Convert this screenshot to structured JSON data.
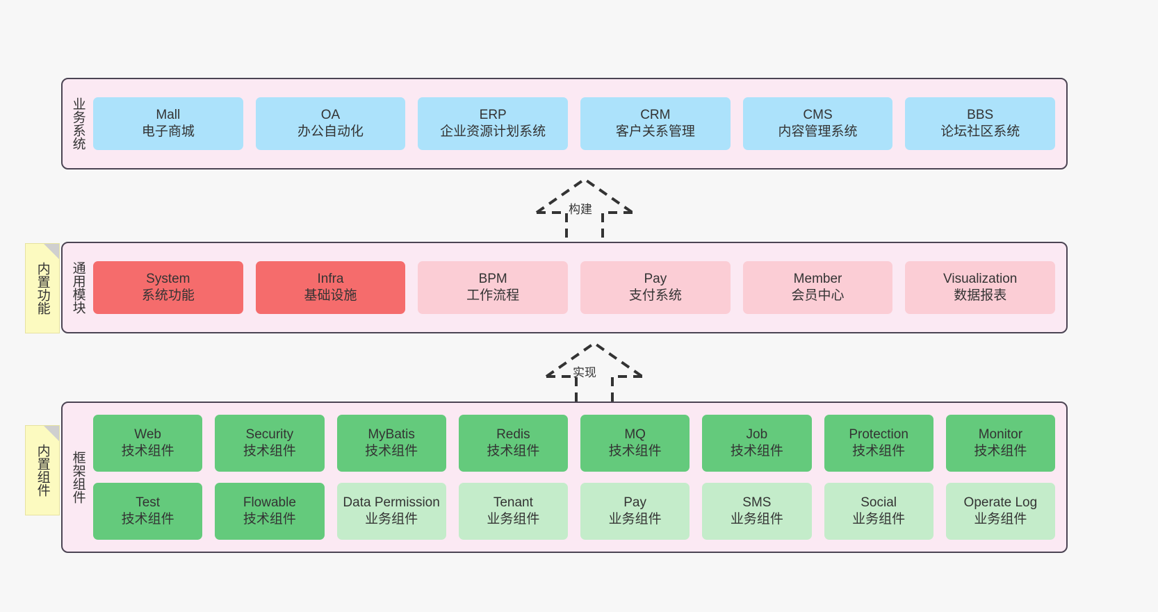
{
  "layers": [
    {
      "key": "business",
      "title": "业务系统",
      "card_color": "#ace2fb",
      "rows": [
        [
          {
            "l1": "Mall",
            "l2": "电子商城",
            "color": "#ace2fb"
          },
          {
            "l1": "OA",
            "l2": "办公自动化",
            "color": "#ace2fb"
          },
          {
            "l1": "ERP",
            "l2": "企业资源计划系统",
            "color": "#ace2fb"
          },
          {
            "l1": "CRM",
            "l2": "客户关系管理",
            "color": "#ace2fb"
          },
          {
            "l1": "CMS",
            "l2": "内容管理系统",
            "color": "#ace2fb"
          },
          {
            "l1": "BBS",
            "l2": "论坛社区系统",
            "color": "#ace2fb"
          }
        ]
      ]
    },
    {
      "key": "module",
      "title": "通用模块",
      "note": "内置功能",
      "rows": [
        [
          {
            "l1": "System",
            "l2": "系统功能",
            "color": "#f56c6c"
          },
          {
            "l1": "Infra",
            "l2": "基础设施",
            "color": "#f56c6c"
          },
          {
            "l1": "BPM",
            "l2": "工作流程",
            "color": "#fbcdd5"
          },
          {
            "l1": "Pay",
            "l2": "支付系统",
            "color": "#fbcdd5"
          },
          {
            "l1": "Member",
            "l2": "会员中心",
            "color": "#fbcdd5"
          },
          {
            "l1": "Visualization",
            "l2": "数据报表",
            "color": "#fbcdd5"
          }
        ]
      ]
    },
    {
      "key": "framework",
      "title": "框架组件",
      "note": "内置组件",
      "rows": [
        [
          {
            "l1": "Web",
            "l2": "技术组件",
            "color": "#64ca7c"
          },
          {
            "l1": "Security",
            "l2": "技术组件",
            "color": "#64ca7c"
          },
          {
            "l1": "MyBatis",
            "l2": "技术组件",
            "color": "#64ca7c"
          },
          {
            "l1": "Redis",
            "l2": "技术组件",
            "color": "#64ca7c"
          },
          {
            "l1": "MQ",
            "l2": "技术组件",
            "color": "#64ca7c"
          },
          {
            "l1": "Job",
            "l2": "技术组件",
            "color": "#64ca7c"
          },
          {
            "l1": "Protection",
            "l2": "技术组件",
            "color": "#64ca7c"
          },
          {
            "l1": "Monitor",
            "l2": "技术组件",
            "color": "#64ca7c"
          }
        ],
        [
          {
            "l1": "Test",
            "l2": "技术组件",
            "color": "#64ca7c"
          },
          {
            "l1": "Flowable",
            "l2": "技术组件",
            "color": "#64ca7c"
          },
          {
            "l1": "Data Permission",
            "l2": "业务组件",
            "color": "#c4ecca"
          },
          {
            "l1": "Tenant",
            "l2": "业务组件",
            "color": "#c4ecca"
          },
          {
            "l1": "Pay",
            "l2": "业务组件",
            "color": "#c4ecca"
          },
          {
            "l1": "SMS",
            "l2": "业务组件",
            "color": "#c4ecca"
          },
          {
            "l1": "Social",
            "l2": "业务组件",
            "color": "#c4ecca"
          },
          {
            "l1": "Operate Log",
            "l2": "业务组件",
            "color": "#c4ecca"
          }
        ]
      ]
    }
  ],
  "arrows": [
    {
      "key": "build",
      "label": "构建",
      "style": "dashed-generalization",
      "direction": "up"
    },
    {
      "key": "impl",
      "label": "实现",
      "style": "dashed-generalization",
      "direction": "up"
    }
  ],
  "notes": [
    {
      "key": "builtin-function",
      "text": "内置功能"
    },
    {
      "key": "builtin-component",
      "text": "内置组件"
    }
  ],
  "colors": {
    "background": "#f7f7f7",
    "panel_fill": "#fbe9f3",
    "panel_border": "#4b4453",
    "note_fill": "#fcfac0",
    "note_fold": "#cfcfcf",
    "blue": "#ace2fb",
    "red_strong": "#f56c6c",
    "red_light": "#fbcdd5",
    "green_strong": "#64ca7c",
    "green_light": "#c4ecca",
    "text": "#333333"
  }
}
